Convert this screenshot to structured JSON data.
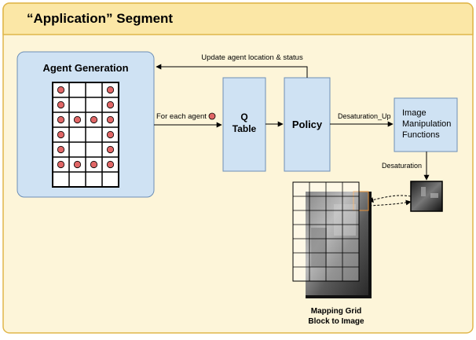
{
  "segment": {
    "title": "“Application” Segment"
  },
  "agent_generation": {
    "label": "Agent Generation",
    "grid": {
      "rows": 7,
      "cols": 4,
      "agents": [
        [
          0,
          0
        ],
        [
          0,
          3
        ],
        [
          1,
          0
        ],
        [
          1,
          3
        ],
        [
          2,
          0
        ],
        [
          2,
          1
        ],
        [
          2,
          2
        ],
        [
          2,
          3
        ],
        [
          3,
          0
        ],
        [
          3,
          3
        ],
        [
          4,
          0
        ],
        [
          4,
          3
        ],
        [
          5,
          0
        ],
        [
          5,
          1
        ],
        [
          5,
          2
        ],
        [
          5,
          3
        ]
      ]
    }
  },
  "q_table": {
    "line1": "Q",
    "line2": "Table"
  },
  "policy": {
    "label": "Policy"
  },
  "image_functions": {
    "line1": "Image",
    "line2": "Manipulation",
    "line3": "Functions"
  },
  "edges": {
    "feedback": "Update agent location & status",
    "for_each": "For each agent",
    "desaturation_up": "Desaturation_Up",
    "desaturation": "Desaturation"
  },
  "mapping": {
    "line1": "Mapping Grid",
    "line2": "Block to Image",
    "rows": 7,
    "cols": 4
  },
  "colors": {
    "segment_fill": "#fdf5d9",
    "segment_header": "#fbe7a6",
    "segment_border": "#e0b64a",
    "node_fill": "#cfe2f3",
    "node_border": "#6d8fb6",
    "agent_dot": "#e06666",
    "line": "#000000"
  }
}
